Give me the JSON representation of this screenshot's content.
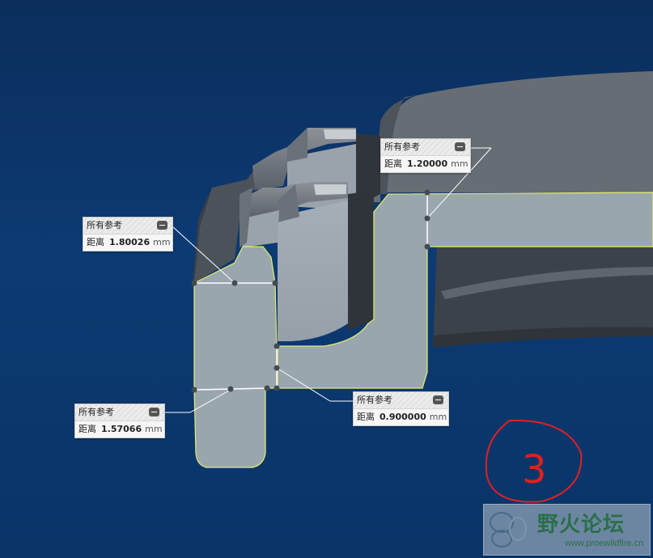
{
  "measurements": [
    {
      "header": "所有参考",
      "label": "距离",
      "value": "1.80026",
      "unit": "mm"
    },
    {
      "header": "所有参考",
      "label": "距离",
      "value": "1.20000",
      "unit": "mm"
    },
    {
      "header": "所有参考",
      "label": "距离",
      "value": "1.57066",
      "unit": "mm"
    },
    {
      "header": "所有参考",
      "label": "距离",
      "value": "0.900000",
      "unit": "mm"
    }
  ],
  "annotation": {
    "text": "3",
    "color": "#e02020"
  },
  "watermark": {
    "title": "野火论坛",
    "url": "www.proewildfire.cn"
  },
  "colors": {
    "background": "#0b3568",
    "part_face": "#9aa6ae",
    "part_dark": "#4a5058",
    "edge_highlight": "#e6ee6a"
  }
}
